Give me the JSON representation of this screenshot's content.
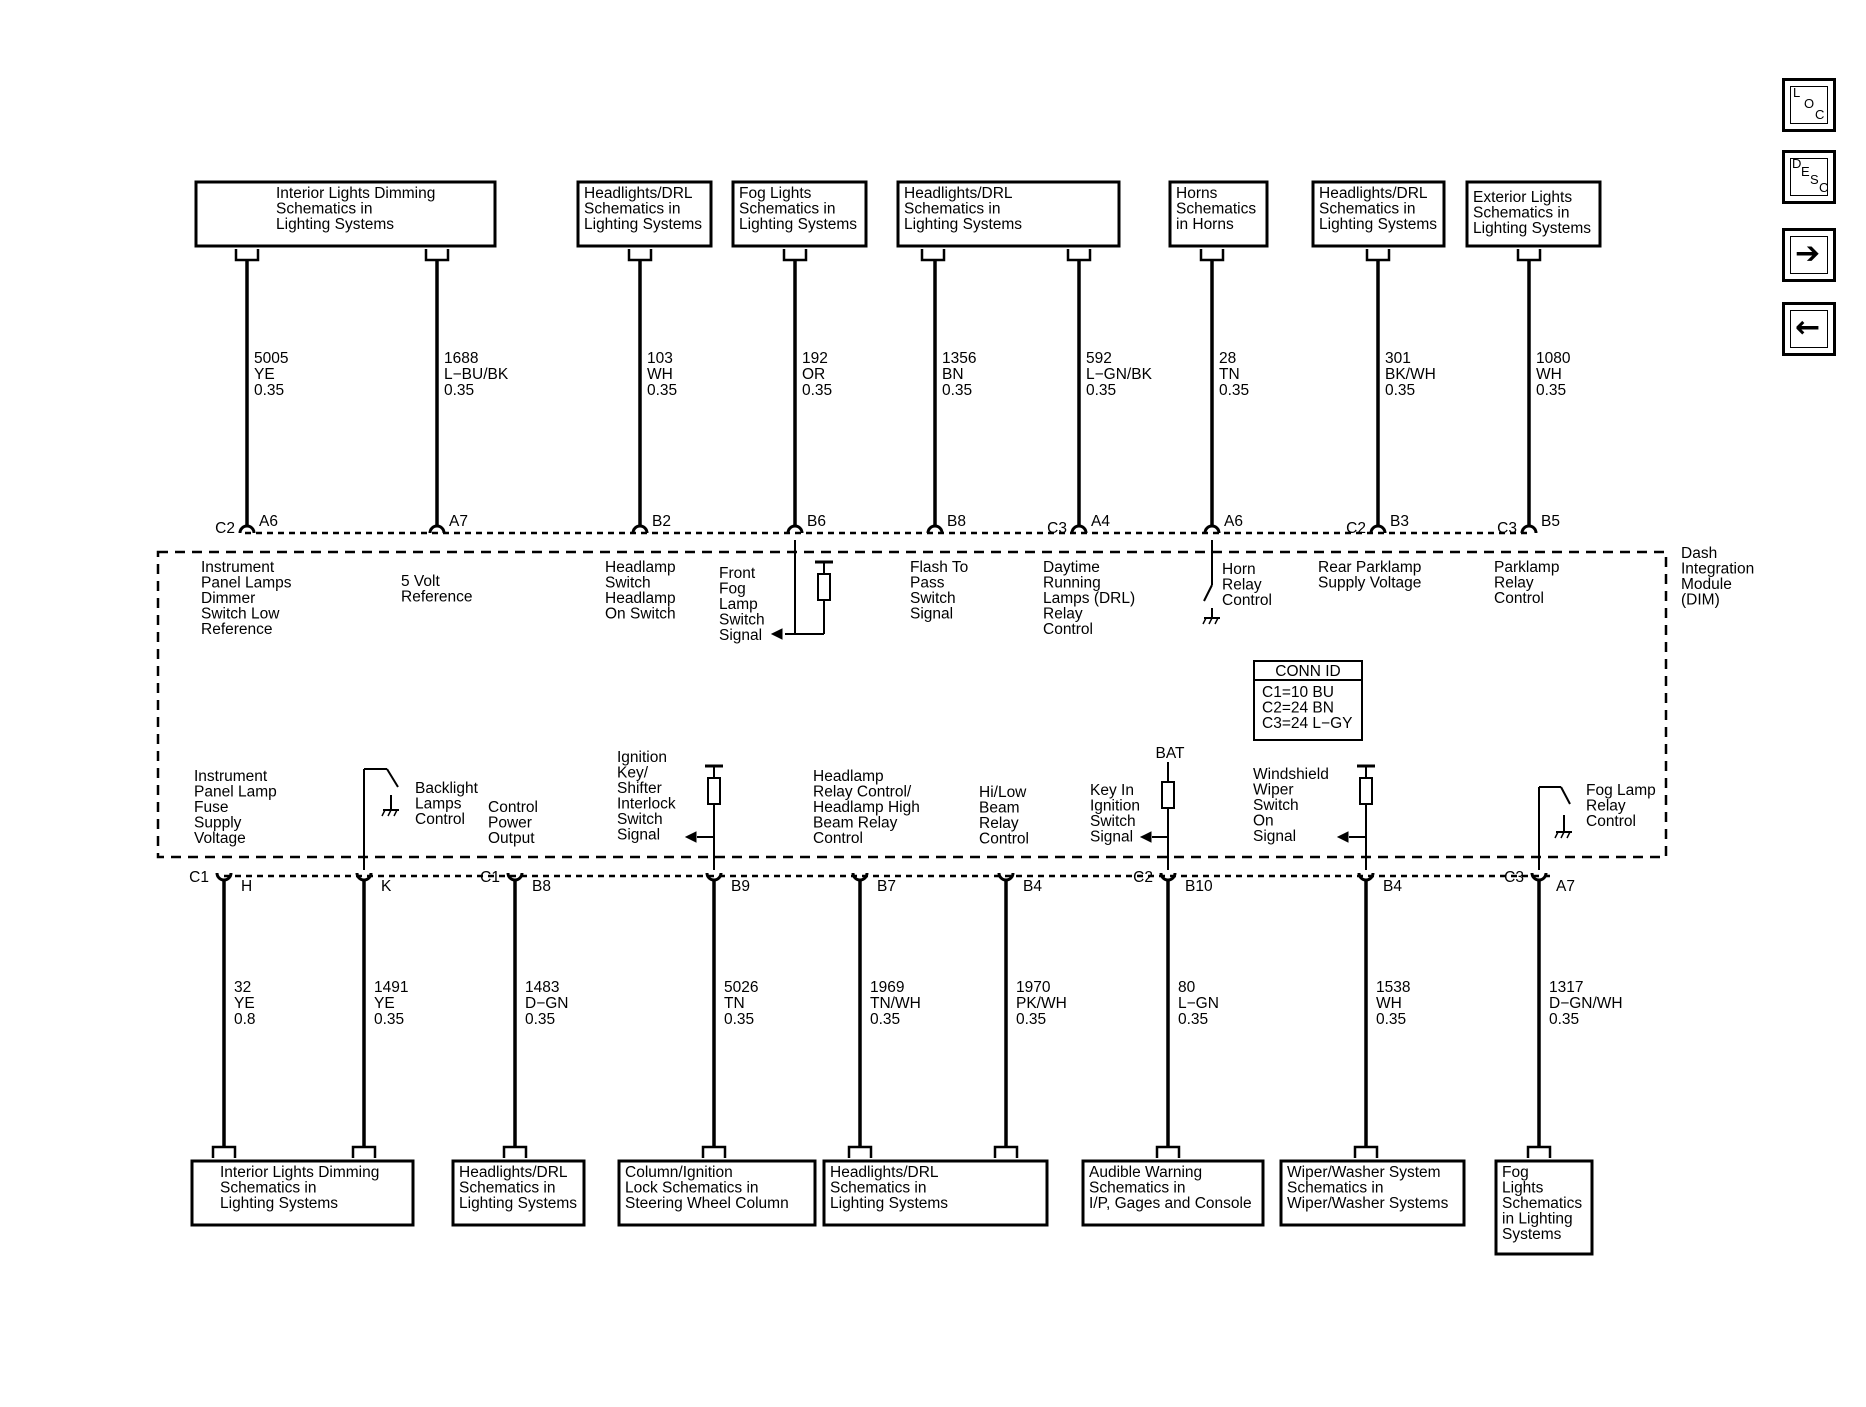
{
  "nav": {
    "loc": [
      "L",
      "O",
      "C"
    ],
    "desc": [
      "D",
      "E",
      "S",
      "C"
    ],
    "next_glyph": "➔",
    "prev_glyph": "←"
  },
  "module": {
    "name": [
      "Dash",
      "Integration",
      "Module",
      "(DIM)"
    ],
    "conn_id": {
      "title": "CONN ID",
      "rows": [
        "C1=10 BU",
        "C2=24 BN",
        "C3=24 L−GY"
      ]
    },
    "bat_label": "BAT"
  },
  "top_destinations": [
    {
      "lines": [
        "Interior Lights Dimming",
        "Schematics in",
        "Lighting Systems"
      ]
    },
    {
      "lines": [
        "Headlights/DRL",
        "Schematics in",
        "Lighting Systems"
      ]
    },
    {
      "lines": [
        "Fog Lights",
        "Schematics in",
        "Lighting Systems"
      ]
    },
    {
      "lines": [
        "Headlights/DRL",
        "Schematics in",
        "Lighting Systems"
      ]
    },
    {
      "lines": [
        "Horns",
        "Schematics",
        "in Horns"
      ]
    },
    {
      "lines": [
        "Headlights/DRL",
        "Schematics in",
        "Lighting Systems"
      ]
    },
    {
      "lines": [
        "Exterior Lights",
        "Schematics in",
        "Lighting Systems"
      ]
    }
  ],
  "bottom_destinations": [
    {
      "lines": [
        "Interior Lights Dimming",
        "Schematics in",
        "Lighting Systems"
      ]
    },
    {
      "lines": [
        "Headlights/DRL",
        "Schematics in",
        "Lighting Systems"
      ]
    },
    {
      "lines": [
        "Column/Ignition",
        "Lock Schematics in",
        "Steering Wheel Column"
      ]
    },
    {
      "lines": [
        "Headlights/DRL",
        "Schematics in",
        "Lighting Systems"
      ]
    },
    {
      "lines": [
        "Audible Warning",
        "Schematics in",
        "I/P, Gages and Console"
      ]
    },
    {
      "lines": [
        "Wiper/Washer System",
        "Schematics in",
        "Wiper/Washer Systems"
      ]
    },
    {
      "lines": [
        "Fog",
        "Lights",
        "Schematics",
        "in Lighting",
        "Systems"
      ]
    }
  ],
  "top_circuits": [
    {
      "conn": "C2",
      "pin": "A6",
      "circuit": "5005",
      "color": "YE",
      "gauge": "0.35",
      "label": [
        "Instrument",
        "Panel Lamps",
        "Dimmer",
        "Switch Low",
        "Reference"
      ]
    },
    {
      "conn": "",
      "pin": "A7",
      "circuit": "1688",
      "color": "L−BU/BK",
      "gauge": "0.35",
      "label": [
        "5 Volt",
        "Reference"
      ]
    },
    {
      "conn": "",
      "pin": "B2",
      "circuit": "103",
      "color": "WH",
      "gauge": "0.35",
      "label": [
        "Headlamp",
        "Switch",
        "Headlamp",
        "On Switch"
      ]
    },
    {
      "conn": "",
      "pin": "B6",
      "circuit": "192",
      "color": "OR",
      "gauge": "0.35",
      "label": [
        "Front",
        "Fog",
        "Lamp",
        "Switch",
        "Signal"
      ]
    },
    {
      "conn": "",
      "pin": "B8",
      "circuit": "1356",
      "color": "BN",
      "gauge": "0.35",
      "label": [
        "Flash To",
        "Pass",
        "Switch",
        "Signal"
      ]
    },
    {
      "conn": "C3",
      "pin": "A4",
      "circuit": "592",
      "color": "L−GN/BK",
      "gauge": "0.35",
      "label": [
        "Daytime",
        "Running",
        "Lamps (DRL)",
        "Relay",
        "Control"
      ]
    },
    {
      "conn": "",
      "pin": "A6",
      "circuit": "28",
      "color": "TN",
      "gauge": "0.35",
      "label": [
        "Horn",
        "Relay",
        "Control"
      ]
    },
    {
      "conn": "C2",
      "pin": "B3",
      "circuit": "301",
      "color": "BK/WH",
      "gauge": "0.35",
      "label": [
        "Rear Parklamp",
        "Supply Voltage"
      ]
    },
    {
      "conn": "C3",
      "pin": "B5",
      "circuit": "1080",
      "color": "WH",
      "gauge": "0.35",
      "label": [
        "Parklamp",
        "Relay",
        "Control"
      ]
    }
  ],
  "bottom_circuits": [
    {
      "conn": "C1",
      "pin": "H",
      "circuit": "32",
      "color": "YE",
      "gauge": "0.8",
      "label": [
        "Instrument",
        "Panel Lamp",
        "Fuse",
        "Supply",
        "Voltage"
      ]
    },
    {
      "conn": "",
      "pin": "K",
      "circuit": "1491",
      "color": "YE",
      "gauge": "0.35",
      "label": [
        "Backlight",
        "Lamps",
        "Control"
      ]
    },
    {
      "conn": "C1",
      "pin": "B8",
      "circuit": "1483",
      "color": "D−GN",
      "gauge": "0.35",
      "label": [
        "Control",
        "Power",
        "Output"
      ]
    },
    {
      "conn": "",
      "pin": "B9",
      "circuit": "5026",
      "color": "TN",
      "gauge": "0.35",
      "label": [
        "Ignition",
        "Key/",
        "Shifter",
        "Interlock",
        "Switch",
        "Signal"
      ]
    },
    {
      "conn": "",
      "pin": "B7",
      "circuit": "1969",
      "color": "TN/WH",
      "gauge": "0.35",
      "label": [
        "Headlamp",
        "Relay Control/",
        "Headlamp High",
        "Beam Relay",
        "Control"
      ]
    },
    {
      "conn": "",
      "pin": "B4",
      "circuit": "1970",
      "color": "PK/WH",
      "gauge": "0.35",
      "label": [
        "Hi/Low",
        "Beam",
        "Relay",
        "Control"
      ]
    },
    {
      "conn": "C2",
      "pin": "B10",
      "circuit": "80",
      "color": "L−GN",
      "gauge": "0.35",
      "label": [
        "Key In",
        "Ignition",
        "Switch",
        "Signal"
      ]
    },
    {
      "conn": "",
      "pin": "B4",
      "circuit": "1538",
      "color": "WH",
      "gauge": "0.35",
      "label": [
        "Windshield",
        "Wiper",
        "Switch",
        "On",
        "Signal"
      ]
    },
    {
      "conn": "C3",
      "pin": "A7",
      "circuit": "1317",
      "color": "D−GN/WH",
      "gauge": "0.35",
      "label": [
        "Fog Lamp",
        "Relay",
        "Control"
      ]
    }
  ]
}
